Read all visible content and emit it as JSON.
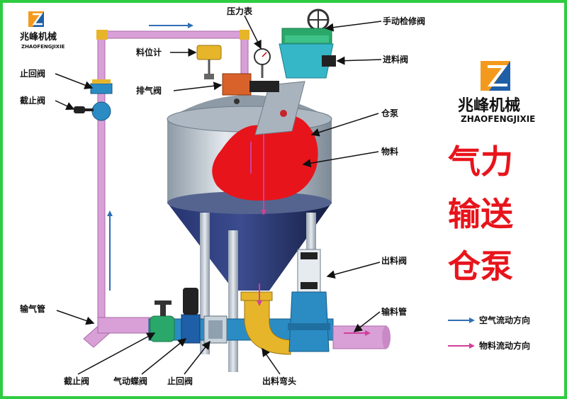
{
  "brand": {
    "name_cn": "兆峰机械",
    "name_en": "ZHAOFENGJIXIE",
    "logo_colors": {
      "orange": "#f39a1e",
      "blue": "#1f5fa8"
    }
  },
  "title_lines": [
    "气力",
    "输送",
    "仓泵"
  ],
  "labels": {
    "pressure_gauge": "压力表",
    "manual_valve": "手动检修阀",
    "feed_valve": "进料阀",
    "level_meter": "料位计",
    "check_valve_top": "止回阀",
    "stop_valve_top": "截止阀",
    "exhaust_valve": "排气阀",
    "silo_pump": "仓泵",
    "material": "物料",
    "discharge_valve": "出料阀",
    "transport_pipe": "输料管",
    "air_pipe": "输气管",
    "stop_valve_bottom": "截止阀",
    "pneumatic_valve": "气动蝶阀",
    "check_valve_bottom": "止回阀",
    "discharge_elbow": "出料弯头"
  },
  "legend": {
    "air_flow": "空气流动方向",
    "material_flow": "物料流动方向",
    "air_color": "#2f6fb3",
    "material_color": "#d0409a"
  },
  "colors": {
    "border": "#2ecc40",
    "tank_body": "#b9c3cc",
    "cone": "#1e2a5a",
    "material": "#e8141b",
    "pipe": "#d9a0d8",
    "valve_green": "#2aa86a",
    "valve_blue": "#2b8cc4",
    "gold": "#e7b52a"
  }
}
